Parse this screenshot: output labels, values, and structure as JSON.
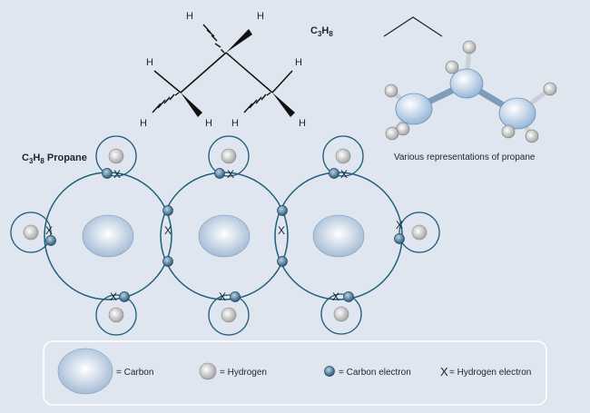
{
  "formula": {
    "base": "C",
    "n1": "3",
    "mid": "H",
    "n2": "8"
  },
  "title": {
    "base": "C",
    "n1": "3",
    "mid": "H",
    "n2": "8",
    "rest": " Propane"
  },
  "caption": "Various representations of propane",
  "atom_symbols": {
    "hydrogen": "H"
  },
  "electron_x": "X",
  "legend": {
    "carbon": "= Carbon",
    "hydrogen": "= Hydrogen",
    "carbon_electron": "= Carbon electron",
    "hydrogen_electron_symbol": "X",
    "hydrogen_electron": "= Hydrogen electron"
  },
  "colors": {
    "background": "#dfe6ef",
    "shell": "#1e5e7a",
    "carbon_fill": "#a9bfd8",
    "electron": "#3f6f8c",
    "hydrogen": "#d0d0d0"
  }
}
